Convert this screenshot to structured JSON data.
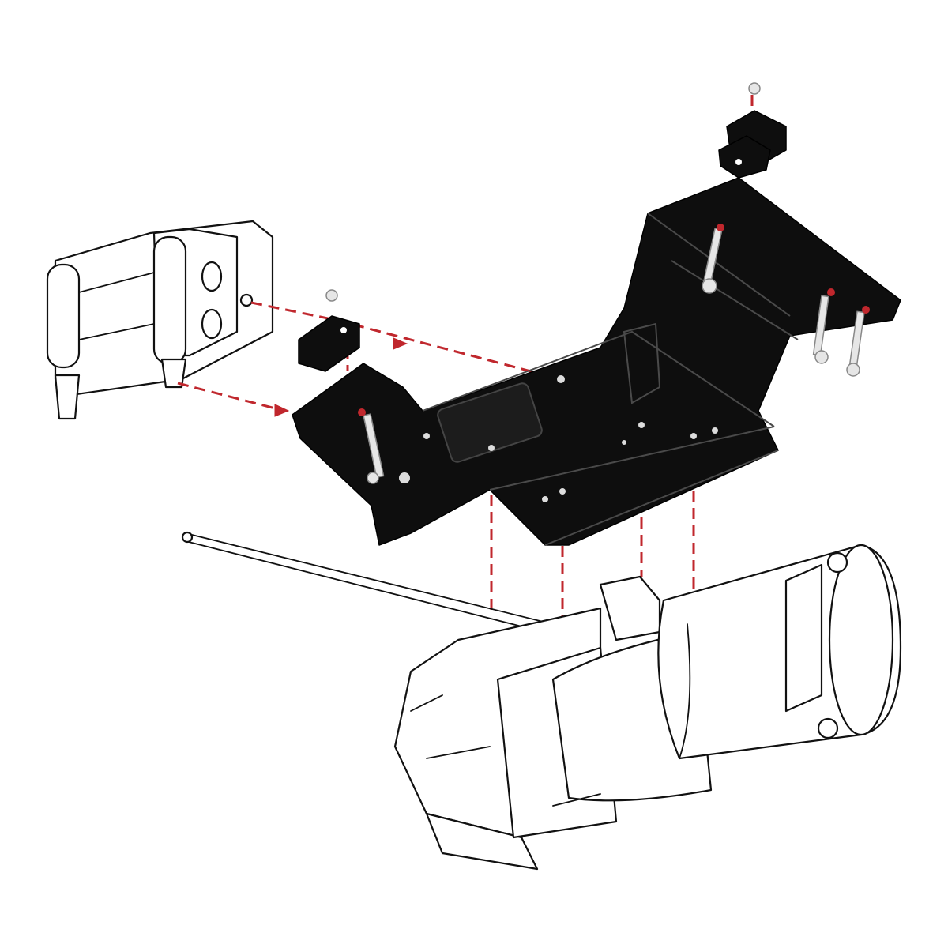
{
  "diagram": {
    "type": "exploded-assembly",
    "parts": [
      "fairlead",
      "winch-mount-bracket",
      "winch",
      "corner-brackets",
      "bolts"
    ],
    "colors": {
      "bracket": "#0e0e0e",
      "guide_lines": "#c0272d",
      "outline": "#111111",
      "background": "#ffffff"
    }
  }
}
